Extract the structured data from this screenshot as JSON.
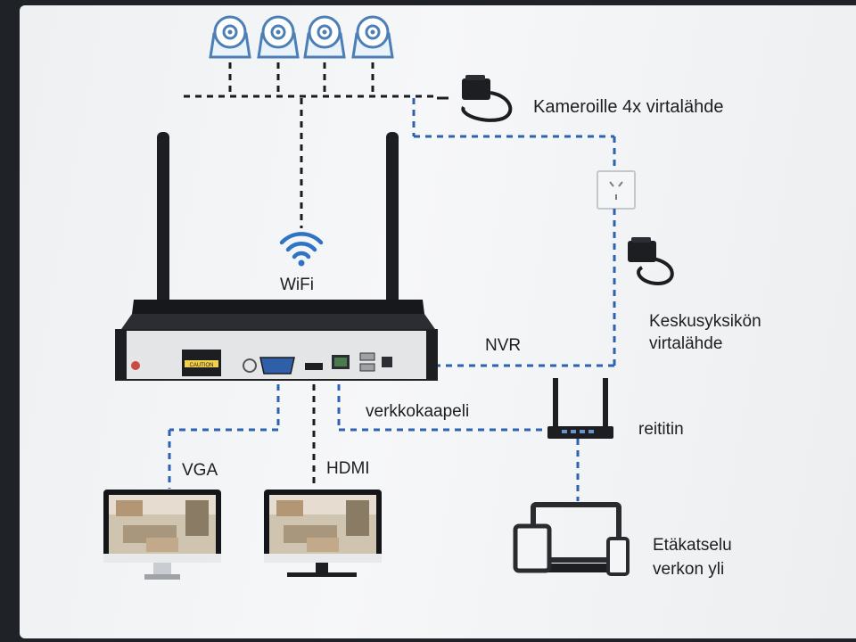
{
  "labels": {
    "camera_power": "Kameroille 4x virtalähde",
    "wifi": "WiFi",
    "nvr": "NVR",
    "nvr_power": "Keskusyksikön virtalähde",
    "network_cable": "verkkokaapeli",
    "router": "reititin",
    "vga": "VGA",
    "hdmi": "HDMI",
    "remote_view": "Etäkatselu verkon yli"
  },
  "nvr_panel": {
    "caution_label": "CAUTION"
  },
  "colors": {
    "blue_dashed": "#2e62b0",
    "black_dashed": "#1b1b1e",
    "camera_blue": "#4b7fb6",
    "wifi_blue": "#2f74c4"
  },
  "icons": [
    "camera-icon",
    "wifi-icon",
    "power-adapter-icon",
    "wall-socket-icon",
    "router-icon",
    "monitor-icon",
    "tablet-icon",
    "laptop-icon",
    "phone-icon"
  ]
}
